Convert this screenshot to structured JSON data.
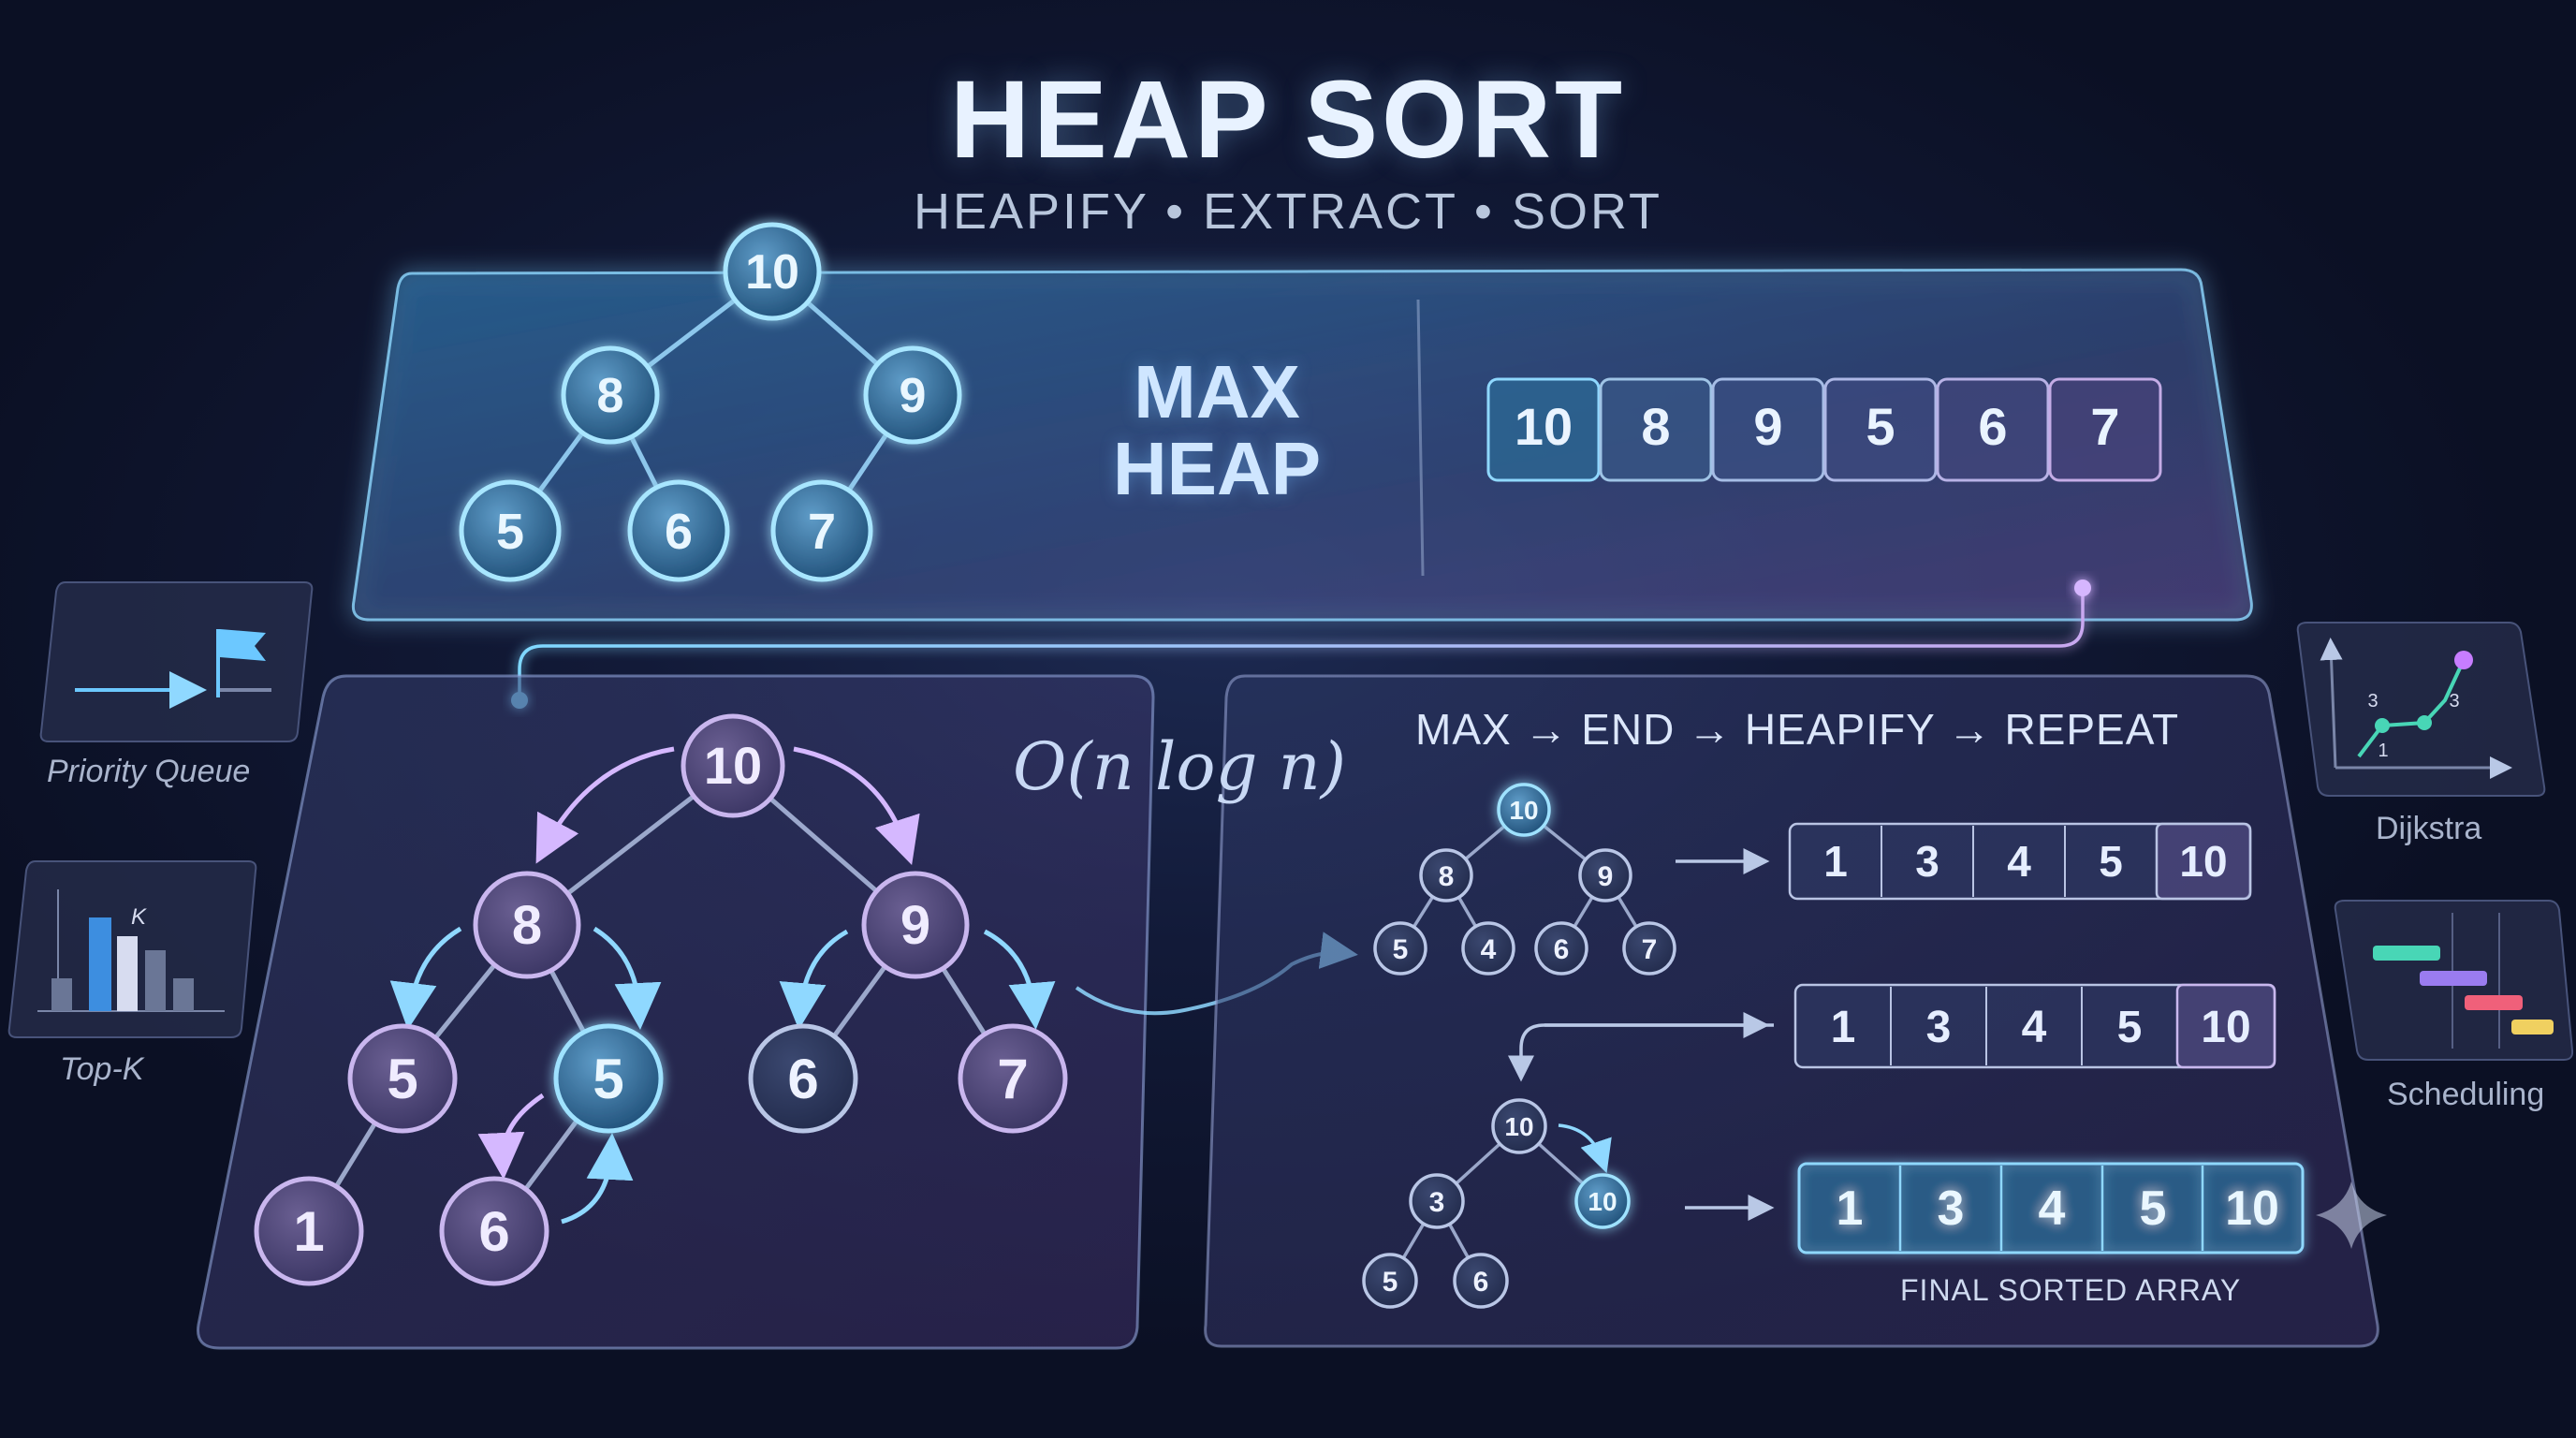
{
  "header": {
    "title": "HEAP SORT",
    "subtitle": "HEAPIFY • EXTRACT • SORT"
  },
  "max_heap_panel": {
    "label_line1": "MAX",
    "label_line2": "HEAP",
    "tree": {
      "root": "10",
      "level2": [
        "8",
        "9"
      ],
      "level3": [
        "5",
        "6",
        "7"
      ]
    },
    "array": [
      "10",
      "8",
      "9",
      "5",
      "6",
      "7"
    ]
  },
  "heapify_panel": {
    "nodes": {
      "root": "10",
      "l": "8",
      "r": "9",
      "ll": "5",
      "lr": "5",
      "rl": "6",
      "rr": "7",
      "lll": "1",
      "lrl": "6"
    }
  },
  "complexity": "O(n log n)",
  "sort_panel": {
    "steps_text": "MAX → END → HEAPIFY → REPEAT",
    "small_tree1": {
      "root": "10",
      "level2": [
        "8",
        "9"
      ],
      "level3": [
        "5",
        "4",
        "6",
        "7"
      ]
    },
    "small_tree2": {
      "root": "10",
      "left": "3",
      "right": "10",
      "leaves": [
        "5",
        "6"
      ]
    },
    "arrays": [
      [
        "1",
        "3",
        "4",
        "5",
        "10"
      ],
      [
        "1",
        "3",
        "4",
        "5",
        "10"
      ],
      [
        "1",
        "3",
        "4",
        "5",
        "10"
      ]
    ],
    "final_label": "FINAL SORTED ARRAY"
  },
  "applications": {
    "priority_queue": "Priority Queue",
    "top_k": "Top-K",
    "top_k_badge": "K",
    "dijkstra": "Dijkstra",
    "dijkstra_labels": [
      "3",
      "3",
      "1"
    ],
    "scheduling": "Scheduling"
  },
  "colors": {
    "background": "#0b1024",
    "cyan": "#7fd8ff",
    "violet": "#c9a8f0",
    "text": "#e8f2ff"
  }
}
